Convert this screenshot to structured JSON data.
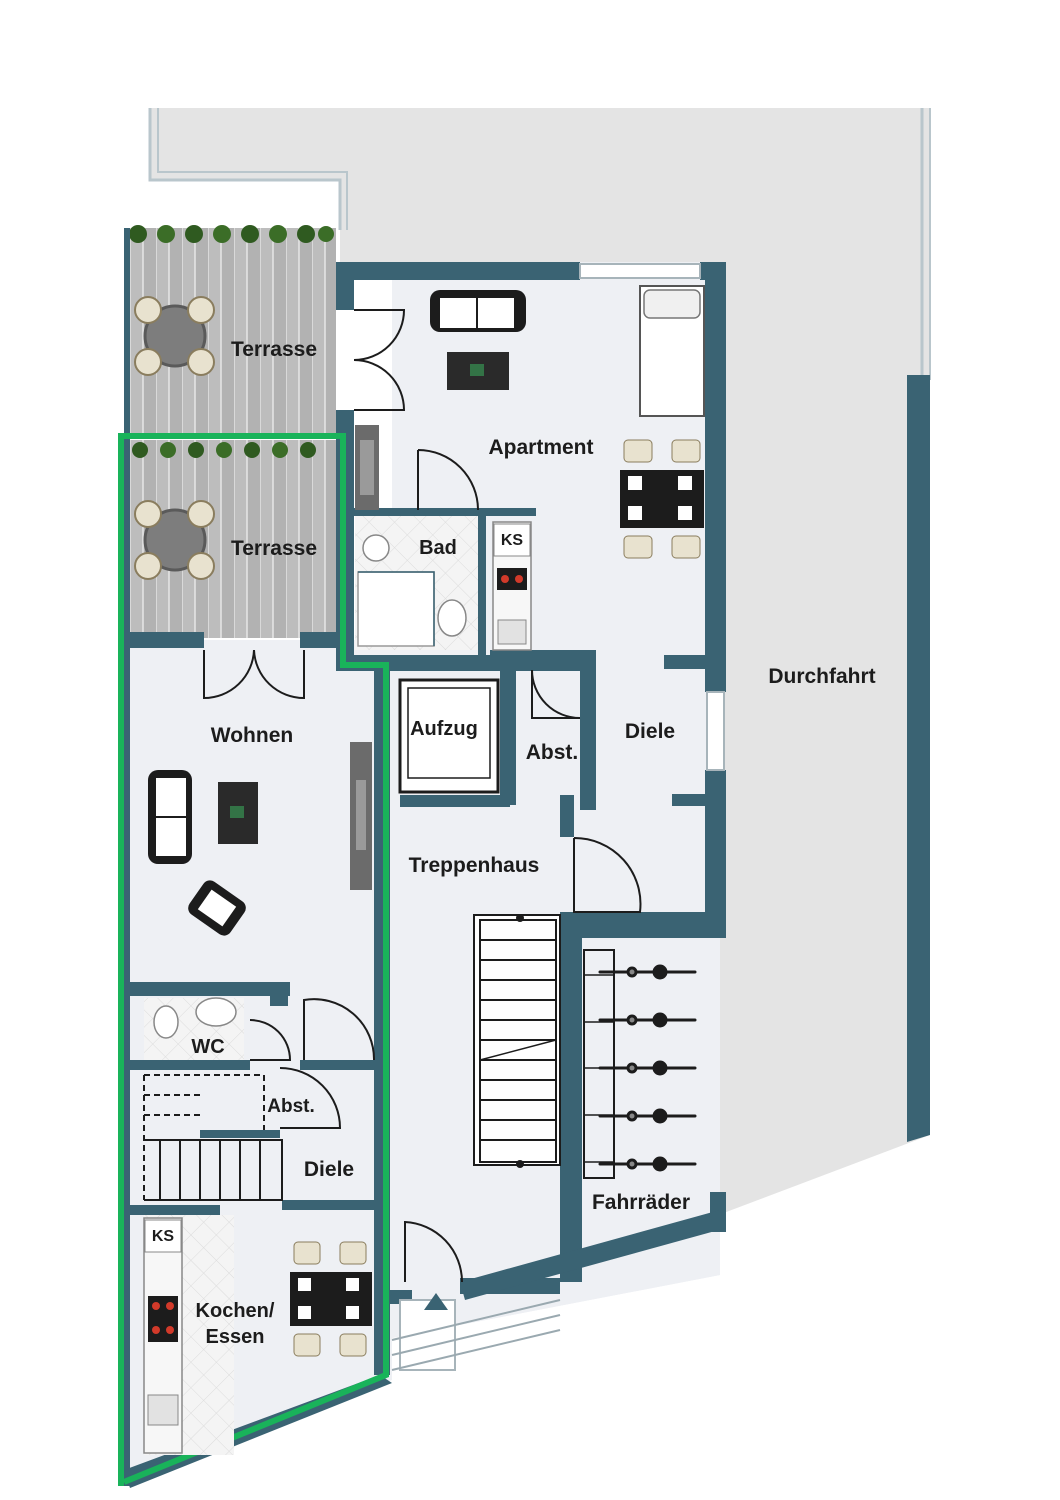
{
  "rooms": {
    "terrasse_top": "Terrasse",
    "terrasse_bottom": "Terrasse",
    "apartment": "Apartment",
    "bad": "Bad",
    "ks_apartment": "KS",
    "durchfahrt": "Durchfahrt",
    "aufzug": "Aufzug",
    "abst_upper": "Abst.",
    "diele_upper": "Diele",
    "wohnen": "Wohnen",
    "treppenhaus": "Treppenhaus",
    "wc": "WC",
    "abst_lower": "Abst.",
    "diele_lower": "Diele",
    "fahrraeder": "Fahrräder",
    "ks_kitchen": "KS",
    "kochen_line1": "Kochen/",
    "kochen_line2": "Essen"
  },
  "colors": {
    "wall": "#3a6373",
    "floor": "#eef0f4",
    "outdoor": "#e3e3e3",
    "highlight": "#19b35a",
    "deck": "#a9a9a9"
  },
  "bicycles_count_shown": 5
}
